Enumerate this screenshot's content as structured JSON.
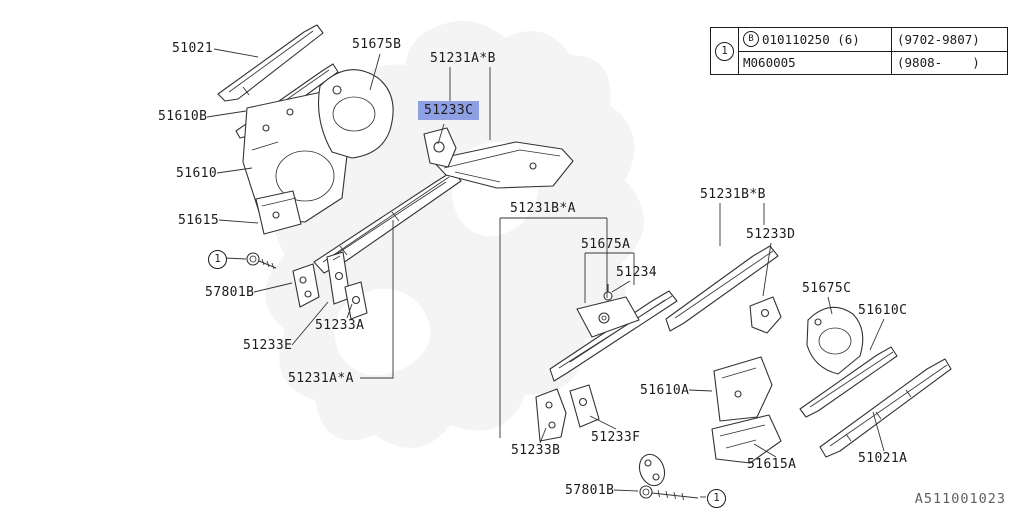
{
  "page": {
    "kind": "parts-catalog-diagram",
    "footer_code": "A511001023"
  },
  "colors": {
    "highlight": "#8f9fe3",
    "line": "#333333",
    "text": "#1b1b1b"
  },
  "info_table": {
    "marker": "1",
    "rows": [
      {
        "prefix_badge": "B",
        "code": "010110250 (6)",
        "range": "(9702-9807)"
      },
      {
        "prefix_badge": "",
        "code": "M060005",
        "range": "(9808-    )"
      }
    ]
  },
  "callouts": {
    "one": "1"
  },
  "labels": {
    "p51021": "51021",
    "p51675b": "51675B",
    "p51231a_b": "51231A*B",
    "p51233c": "51233C",
    "p51610b": "51610B",
    "p51610": "51610",
    "p51615": "51615",
    "p57801b_left": "57801B",
    "p51233a": "51233A",
    "p51233e": "51233E",
    "p51231a_a": "51231A*A",
    "p51231b_a": "51231B*A",
    "p51675a": "51675A",
    "p51234": "51234",
    "p51231b_b": "51231B*B",
    "p51233d": "51233D",
    "p51675c": "51675C",
    "p51610c": "51610C",
    "p51610a": "51610A",
    "p51233b": "51233B",
    "p51233f": "51233F",
    "p51615a": "51615A",
    "p51021a": "51021A",
    "p57801b_bottom": "57801B"
  },
  "selection": {
    "highlighted_part": "51233C"
  }
}
